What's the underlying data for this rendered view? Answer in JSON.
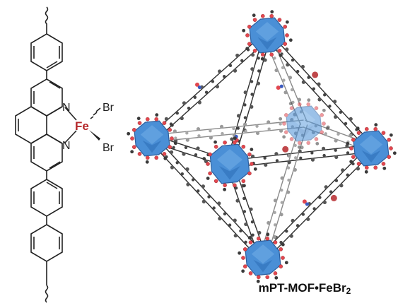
{
  "ligand_labels": {
    "nitrogen_top": "N",
    "nitrogen_bottom": "N",
    "iron": "Fe",
    "bromine_top": "Br",
    "bromine_bottom": "Br"
  },
  "caption": {
    "base": "mPT-MOF•FeBr",
    "subscript": "2"
  },
  "colors": {
    "iron": "#b5282b",
    "cluster_fill": "#4a8fd6",
    "cluster_edge": "#2d5f9e",
    "oxygen": "#e2474f",
    "carbon": "#555555",
    "nitrogen": "#3b5bbf",
    "bond": "#333333"
  }
}
